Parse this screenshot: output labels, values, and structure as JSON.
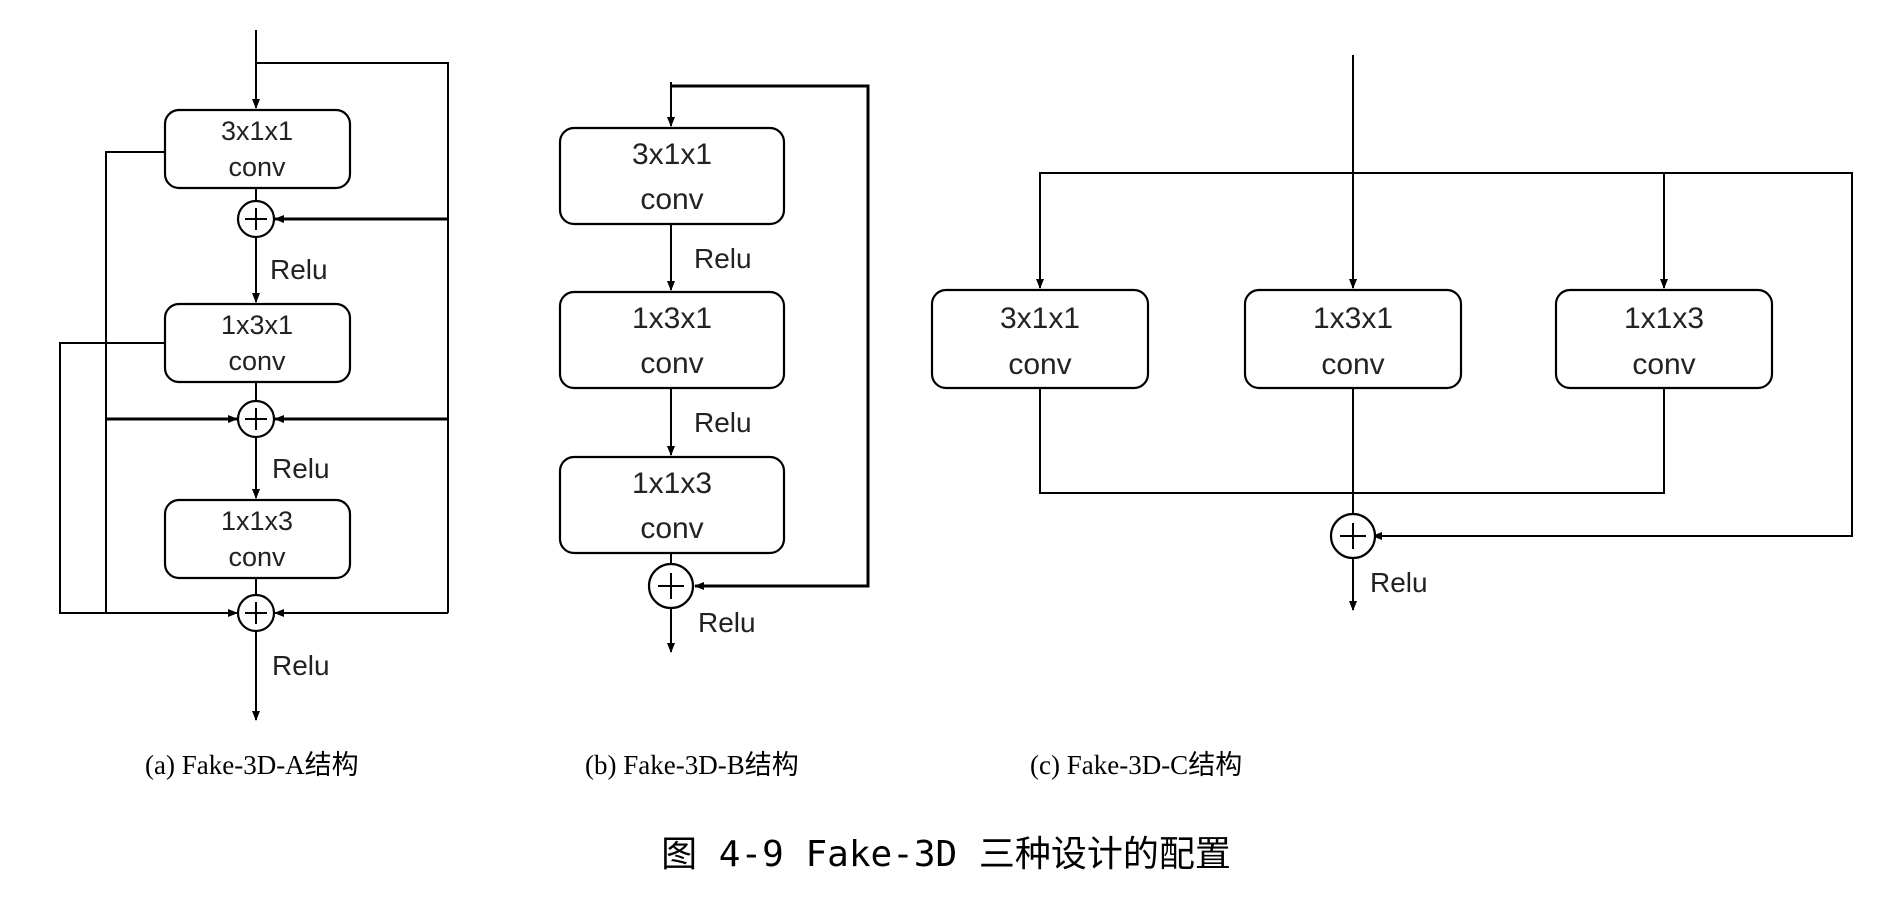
{
  "figure": {
    "title": "图 4-9 Fake-3D 三种设计的配置"
  },
  "diagram_a": {
    "caption": "(a) Fake-3D-A结构",
    "blocks": [
      {
        "line1": "3x1x1",
        "line2": "conv"
      },
      {
        "line1": "1x3x1",
        "line2": "conv"
      },
      {
        "line1": "1x1x3",
        "line2": "conv"
      }
    ],
    "relu_labels": [
      "Relu",
      "Relu",
      "Relu"
    ]
  },
  "diagram_b": {
    "caption": "(b) Fake-3D-B结构",
    "blocks": [
      {
        "line1": "3x1x1",
        "line2": "conv"
      },
      {
        "line1": "1x3x1",
        "line2": "conv"
      },
      {
        "line1": "1x1x3",
        "line2": "conv"
      }
    ],
    "relu_labels": [
      "Relu",
      "Relu",
      "Relu"
    ]
  },
  "diagram_c": {
    "caption": "(c) Fake-3D-C结构",
    "blocks": [
      {
        "line1": "3x1x1",
        "line2": "conv"
      },
      {
        "line1": "1x3x1",
        "line2": "conv"
      },
      {
        "line1": "1x1x3",
        "line2": "conv"
      }
    ],
    "relu_labels": [
      "Relu"
    ]
  }
}
